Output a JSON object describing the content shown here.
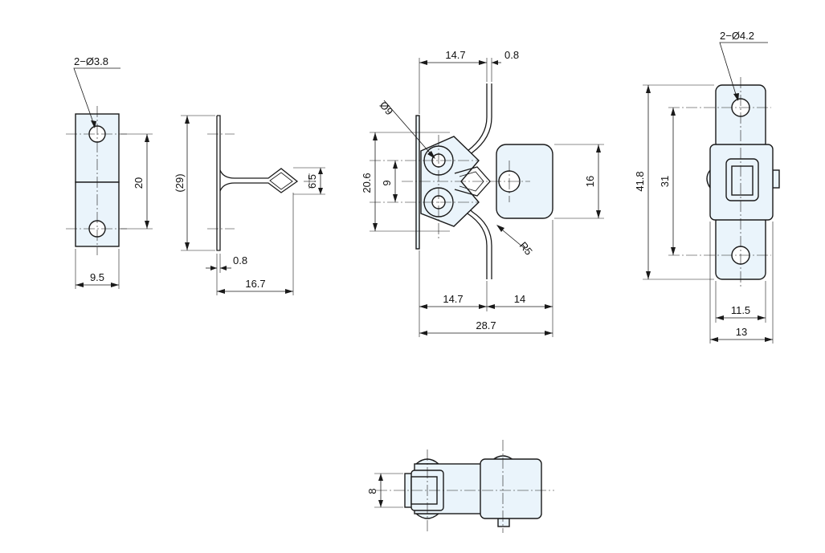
{
  "dimensions": {
    "front_holes": "2−Ø3.8",
    "front_pitch": "20",
    "front_width": "9.5",
    "side_height": "(29)",
    "side_thickness": "0.8",
    "side_depth": "16.7",
    "side_diamond": "6.5",
    "top_left_width": "14.7",
    "top_thickness": "0.8",
    "roller_dia": "Ø9",
    "roller_span": "20.6",
    "roller_pitch": "9",
    "body_height": "16",
    "radius": "R5",
    "bottom_left": "14.7",
    "bottom_right": "14",
    "overall_length": "28.7",
    "plate_holes": "2−Ø4.2",
    "plate_length": "41.8",
    "plate_pitch": "31",
    "plate_inner_width": "11.5",
    "plate_width": "13",
    "bottom_view_height": "8"
  }
}
